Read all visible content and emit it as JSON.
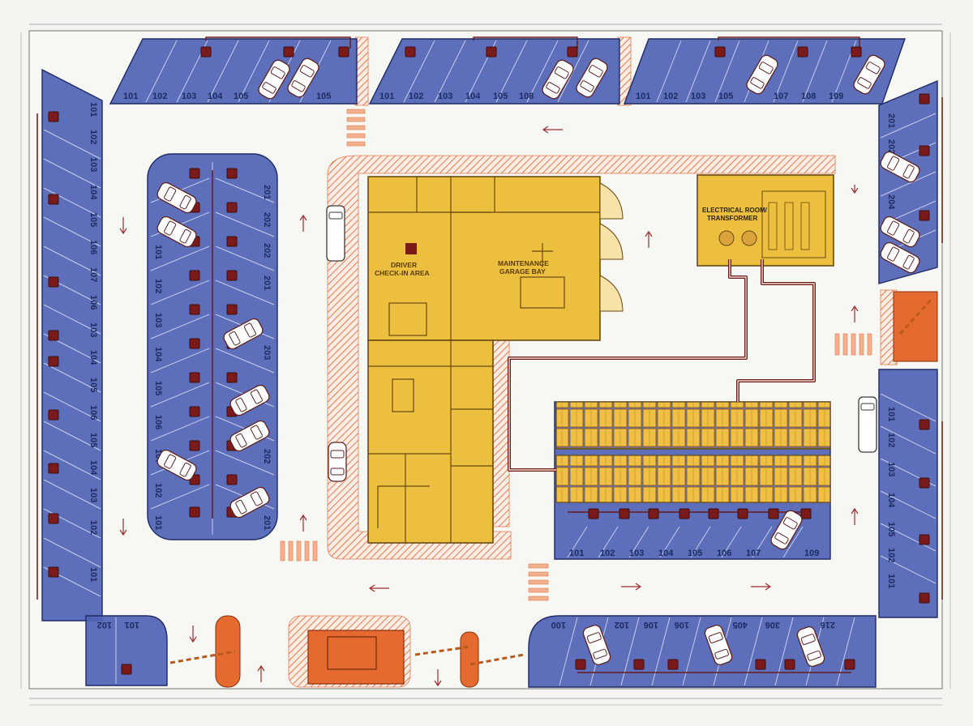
{
  "plan": {
    "labels": {
      "driver_checkin": [
        "DRIVER",
        "CHECK-IN AREA"
      ],
      "maintenance": [
        "MAINTENANCE",
        "GARAGE BAY"
      ],
      "electrical": [
        "ELECTRICAL ROOM/",
        "TRANSFORMER"
      ]
    },
    "rows": [
      {
        "id": "top-row-a",
        "numbers": [
          "101",
          "102",
          "103",
          "104",
          "105",
          "",
          "105"
        ]
      },
      {
        "id": "top-row-b",
        "numbers": [
          "101",
          "102",
          "103",
          "104",
          "105",
          "108",
          "",
          ""
        ]
      },
      {
        "id": "top-row-c",
        "numbers": [
          "101",
          "102",
          "103",
          "105",
          "",
          "107",
          "108",
          "109"
        ]
      },
      {
        "id": "left-column",
        "numbers": [
          "101",
          "102",
          "103",
          "104",
          "105",
          "106",
          "107",
          "106",
          "103",
          "104",
          "105",
          "106",
          "105",
          "104",
          "103",
          "102",
          "101"
        ]
      },
      {
        "id": "center-left-column",
        "numbers": [
          "101",
          "102",
          "103",
          "104",
          "105",
          "106",
          "107",
          "102",
          "101"
        ]
      },
      {
        "id": "center-right-column",
        "numbers": [
          "201",
          "202",
          "202",
          "201",
          "",
          "203",
          "",
          "",
          "202",
          "201"
        ]
      },
      {
        "id": "right-upper-column",
        "numbers": [
          "201",
          "202",
          "",
          "204",
          "",
          ""
        ]
      },
      {
        "id": "right-lower-column",
        "numbers": [
          "101",
          "102",
          "103",
          "104",
          "105",
          "102",
          "101"
        ]
      },
      {
        "id": "solar-row",
        "numbers": [
          "101",
          "102",
          "103",
          "104",
          "105",
          "106",
          "107",
          "",
          "109"
        ]
      },
      {
        "id": "bottom-row",
        "numbers": [
          "100",
          "102",
          "106",
          "106",
          "",
          "405",
          "306",
          "216"
        ]
      },
      {
        "id": "bottom-left-pair",
        "numbers": [
          "102",
          "101"
        ]
      }
    ]
  },
  "colors": {
    "parking": "#4f63b4",
    "building": "#ecbf3e",
    "booth": "#e46a2f",
    "hatch": "#e57a4e",
    "conduit": "#6b1a1a"
  },
  "icons": [
    "car-icon",
    "van-icon",
    "arrow-icon",
    "barrier-gate-icon",
    "charger-icon",
    "solar-panel-icon"
  ]
}
